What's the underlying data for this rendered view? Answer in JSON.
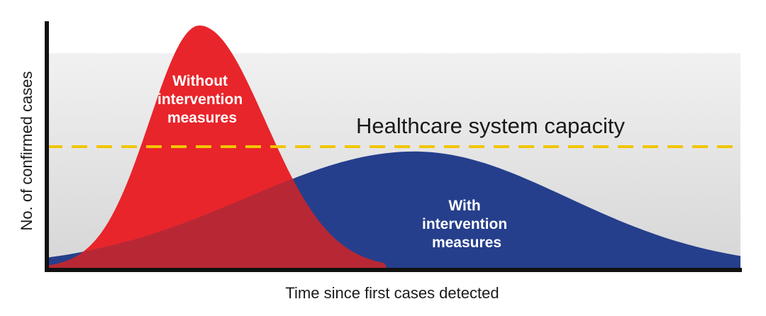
{
  "chart_data": {
    "type": "area",
    "title": "",
    "xlabel": "Time since first cases detected",
    "ylabel": "No. of confirmed cases",
    "grid": false,
    "legend": "none",
    "capacity_line": {
      "label": "Healthcare system capacity",
      "level": 0.5,
      "color": "#f2c500"
    },
    "series": [
      {
        "name": "Without intervention measures",
        "label_lines": [
          "Without",
          "intervention",
          "measures"
        ],
        "color": "#e8252b",
        "peak_x": 0.22,
        "peak_y": 1.0
      },
      {
        "name": "With intervention measures",
        "label_lines": [
          "With",
          "intervention",
          "measures"
        ],
        "color": "#263f8c",
        "peak_x": 0.53,
        "peak_y": 0.48
      }
    ],
    "overlap_color": "#b82834",
    "background_color": "#dcdcdd"
  }
}
